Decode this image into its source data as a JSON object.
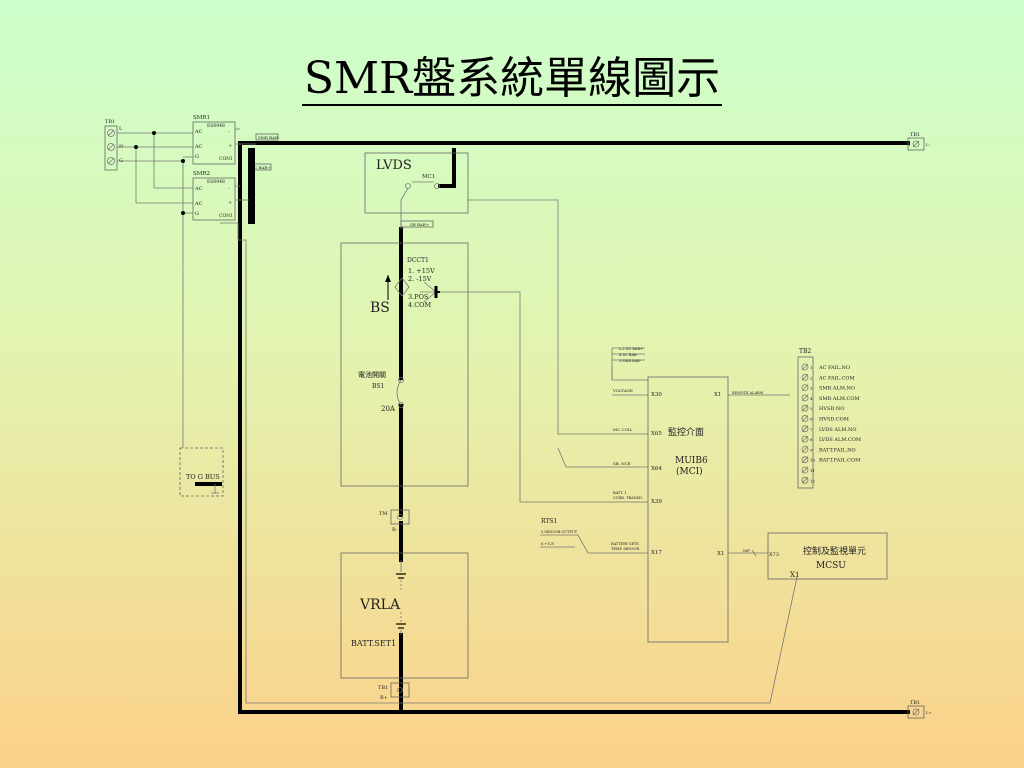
{
  "title": "SMR盤系統單線圖示",
  "tb1_top": {
    "name": "TB1",
    "pins": [
      "1",
      "L-"
    ]
  },
  "tb1_left": {
    "name": "TB1",
    "pins": [
      "L",
      "N",
      "G"
    ]
  },
  "tb1_bottom": {
    "name": "TB1",
    "pins": [
      "2",
      "L+"
    ]
  },
  "smr1": {
    "name": "SMR1",
    "model": "ES0948",
    "pins": [
      "AC",
      "AC",
      "G"
    ],
    "con": "CON1",
    "minus": "-",
    "plus": "+"
  },
  "smr2": {
    "name": "SMR2",
    "model": "ES0948",
    "pins": [
      "AC",
      "AC",
      "G"
    ],
    "con": "CON1",
    "minus": "-",
    "plus": "+"
  },
  "smr_bus_tag": "SMR BAR-",
  "dc_bus_tag": "DC BAR+",
  "lvds": {
    "name": "LVDS",
    "mc": "MC1",
    "tag": "SB BAR+"
  },
  "dcct": {
    "name": "DCCT1",
    "pins": [
      "1. +15V",
      "2. -15V",
      "3.POS",
      "4.COM"
    ],
    "bs": "BS"
  },
  "breaker": {
    "name": "電池開關",
    "id": "BS1",
    "rating": "20A"
  },
  "tog_bus": "TO G BUS",
  "tm1": {
    "name": "TM",
    "pins": [
      "B-"
    ]
  },
  "vrla": {
    "name": "VRLA",
    "batt": "BATT.SET1"
  },
  "tb1_b": {
    "name": "TB1",
    "pins": [
      "B+"
    ]
  },
  "monitor": {
    "name": "監控介面",
    "model": "MUIB6",
    "sub": "(MCI)",
    "ports": [
      "X30",
      "X1",
      "X65",
      "X64",
      "X39",
      "X17",
      "X1"
    ],
    "labels": [
      "L.2 DC BAR+",
      "4 DC BAR-",
      "3.SMR BAR-",
      "VOLTAGE",
      "MC COIL",
      "SB. NCE",
      "BATT. 1",
      "CURR. TRANSD.",
      "BATTERY SETS",
      "TEMP. SENSOR",
      "REMOTE ALARM",
      "MP"
    ],
    "rts": {
      "name": "RTS1",
      "sensor": "5.SENSOR OUTPUT",
      "volt": "6.+12V"
    }
  },
  "tb2": {
    "name": "TB2",
    "pins": [
      "1",
      "2",
      "3",
      "4",
      "5",
      "6",
      "7",
      "8",
      "9",
      "10",
      "11",
      "12"
    ],
    "labels": [
      "AC FAIL.NO",
      "AC FAIL.COM",
      "SMR ALM.NO",
      "SMR ALM.COM",
      "HVSD.NO",
      "HVSD.COM",
      "LVDS ALM.NO",
      "LVDS ALM.COM",
      "BATT.FAIL.NO",
      "BATT.FAIL.COM"
    ]
  },
  "mcsu": {
    "name": "控制及監視單元",
    "id": "MCSU",
    "port": "X1",
    "in": "X73"
  }
}
